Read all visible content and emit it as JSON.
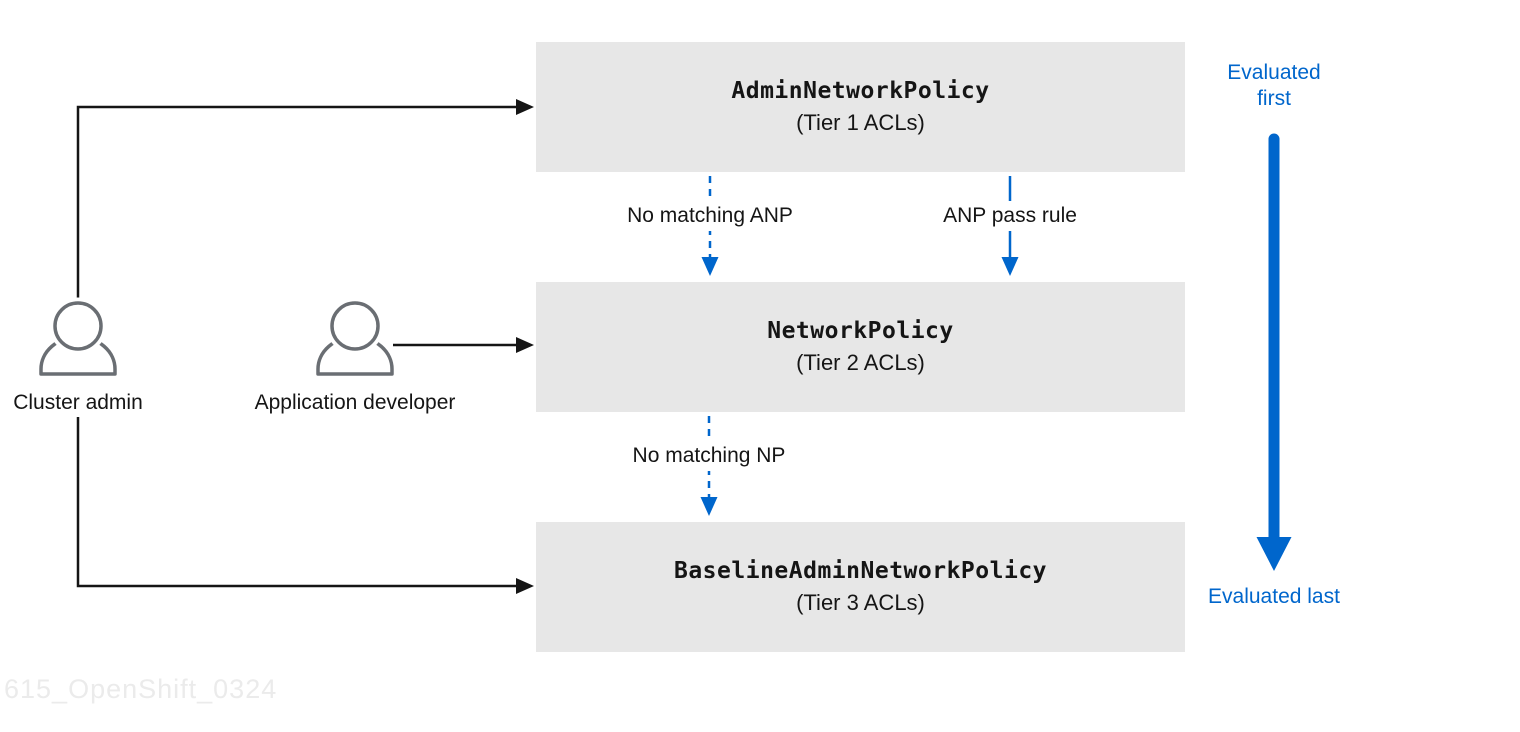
{
  "diagram": {
    "boxes": [
      {
        "title": "AdminNetworkPolicy",
        "subtitle": "(Tier 1 ACLs)"
      },
      {
        "title": "NetworkPolicy",
        "subtitle": "(Tier 2 ACLs)"
      },
      {
        "title": "BaselineAdminNetworkPolicy",
        "subtitle": "(Tier 3 ACLs)"
      }
    ],
    "actors": [
      {
        "label": "Cluster admin",
        "icon": "person-icon"
      },
      {
        "label": "Application developer",
        "icon": "person-icon"
      }
    ],
    "edge_labels": {
      "no_matching_anp": "No matching ANP",
      "anp_pass_rule": "ANP pass rule",
      "no_matching_np": "No matching NP"
    },
    "evaluation_order": {
      "first": "Evaluated first",
      "last": "Evaluated last"
    },
    "watermark": "615_OpenShift_0324",
    "colors": {
      "accent_blue": "#0066cc",
      "box_gray": "#e7e7e7",
      "line_black": "#151515",
      "icon_gray": "#6a6e73",
      "watermark_gray": "#ebebeb"
    }
  }
}
